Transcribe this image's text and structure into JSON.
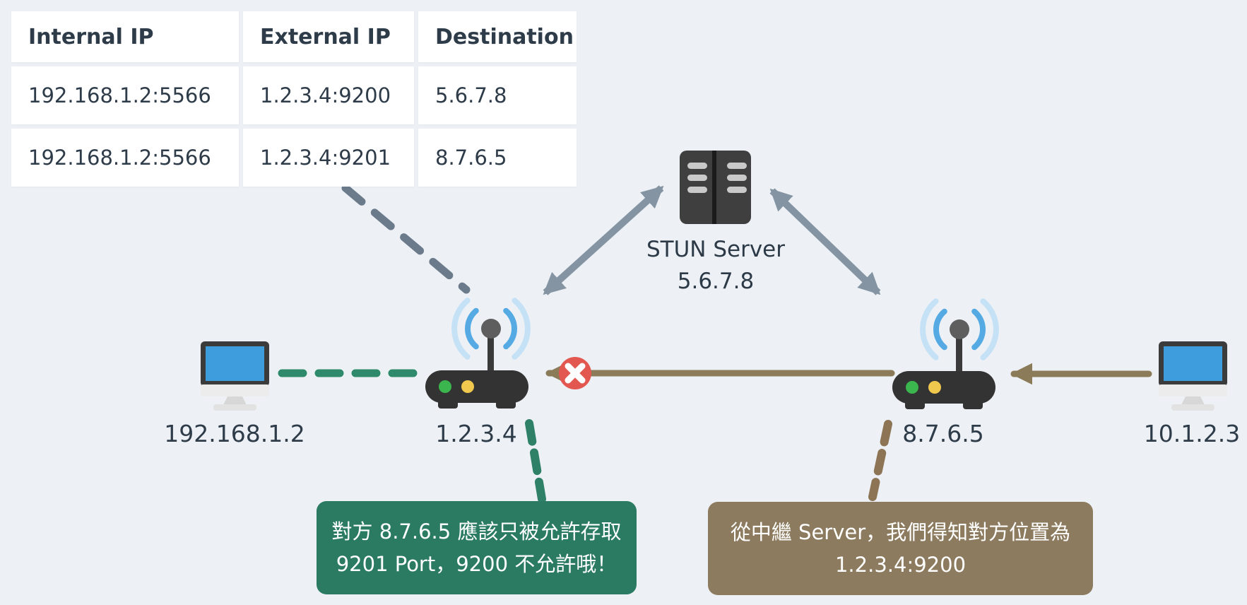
{
  "colors": {
    "background": "#edf1f5",
    "text_dark": "#2e3b49",
    "green_accent": "#2b7a62",
    "brown_accent": "#8c7b5e",
    "gray_arrow": "#8494a3",
    "red_block": "#e25850",
    "wifi_blue_inner": "#55aae4",
    "wifi_blue_outer": "#c5e1f6",
    "screen_blue": "#3e9edd"
  },
  "table": {
    "headers": [
      "Internal IP",
      "External IP",
      "Destination"
    ],
    "rows": [
      [
        "192.168.1.2:5566",
        "1.2.3.4:9200",
        "5.6.7.8"
      ],
      [
        "192.168.1.2:5566",
        "1.2.3.4:9201",
        "8.7.6.5"
      ]
    ]
  },
  "stun_server": {
    "name": "STUN Server",
    "ip": "5.6.7.8"
  },
  "devices": {
    "left_computer_ip": "192.168.1.2",
    "left_router_ip": "1.2.3.4",
    "right_router_ip": "8.7.6.5",
    "right_computer_ip": "10.1.2.3"
  },
  "callouts": {
    "nat_filter_note": {
      "line1": "對方 8.7.6.5 應該只被允許存取",
      "line2": "9201 Port，9200 不允許哦！"
    },
    "relay_note": {
      "line1": "從中繼 Server，我們得知對方位置為",
      "line2": "1.2.3.4:9200"
    }
  },
  "icons": [
    "stun-server-icon",
    "wifi-router-icon",
    "wifi-signal-icon",
    "desktop-computer-icon",
    "blocked-cross-icon"
  ]
}
